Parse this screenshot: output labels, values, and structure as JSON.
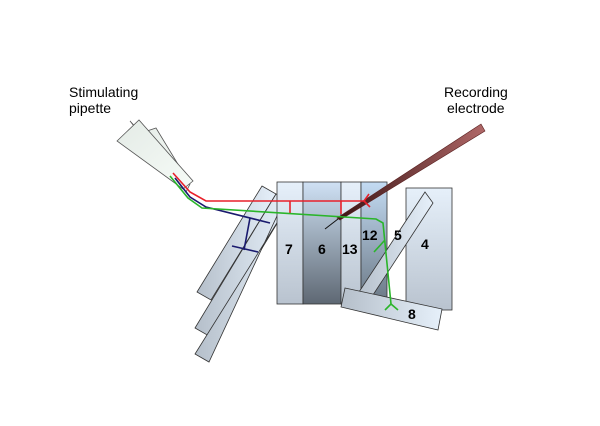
{
  "labels": {
    "stimulating_line1": "Stimulating",
    "stimulating_line2": "pipette",
    "recording_line1": "Recording",
    "recording_line2": "electrode"
  },
  "regions": {
    "r7": "7",
    "r6": "6",
    "r13": "13",
    "r12": "12",
    "r5": "5",
    "r4": "4",
    "r8": "8"
  },
  "colors": {
    "red_path": "#e8202a",
    "green_path": "#2ab52a",
    "blue_path": "#1a1a6e",
    "electrode": "#8a3a3a"
  }
}
